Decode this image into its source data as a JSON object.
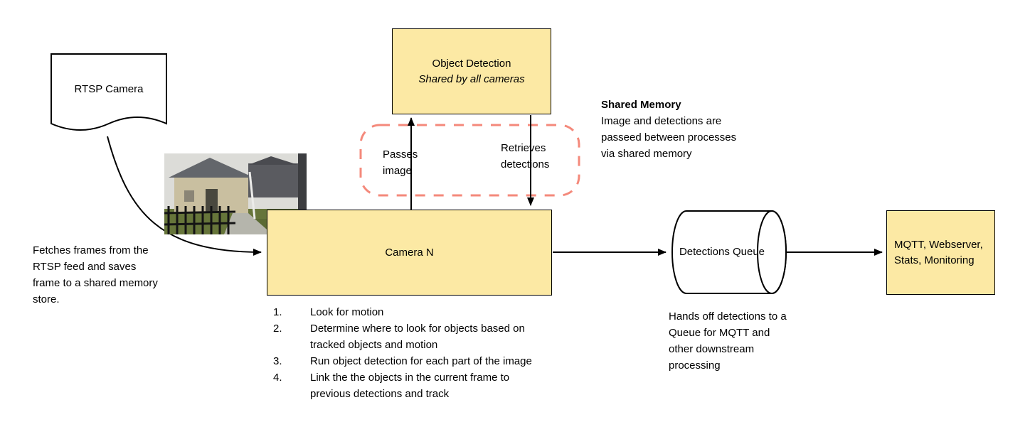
{
  "colors": {
    "node_fill": "#fce9a4",
    "node_border": "#000000",
    "shared_memory_dashed_border": "#f4897b",
    "arrow": "#000000"
  },
  "nodes": {
    "rtsp_camera": {
      "label": "RTSP Camera"
    },
    "object_detection": {
      "title": "Object Detection",
      "subtitle": "Shared by all cameras"
    },
    "camera_n": {
      "label": "Camera N"
    },
    "detections_queue": {
      "label": "Detections Queue"
    },
    "outputs": {
      "label": "MQTT, Webserver, Stats, Monitoring"
    }
  },
  "annotations": {
    "fetch": "Fetches frames from the RTSP feed and saves frame to a shared memory store.",
    "passes_image": "Passes image",
    "retrieves_detections": "Retrieves detections",
    "shared_memory_title": "Shared Memory",
    "shared_memory_body": "Image and detections are passeed between processes via shared memory",
    "handoff": "Hands off detections to a Queue for MQTT and other downstream processing"
  },
  "steps": [
    {
      "num": "1.",
      "text": "Look for motion"
    },
    {
      "num": "2.",
      "text": "Determine where to look for objects based on tracked objects and motion"
    },
    {
      "num": "3.",
      "text": "Run object detection for each part of the image"
    },
    {
      "num": "4.",
      "text": "Link the the objects in the current frame to previous detections and track"
    }
  ]
}
